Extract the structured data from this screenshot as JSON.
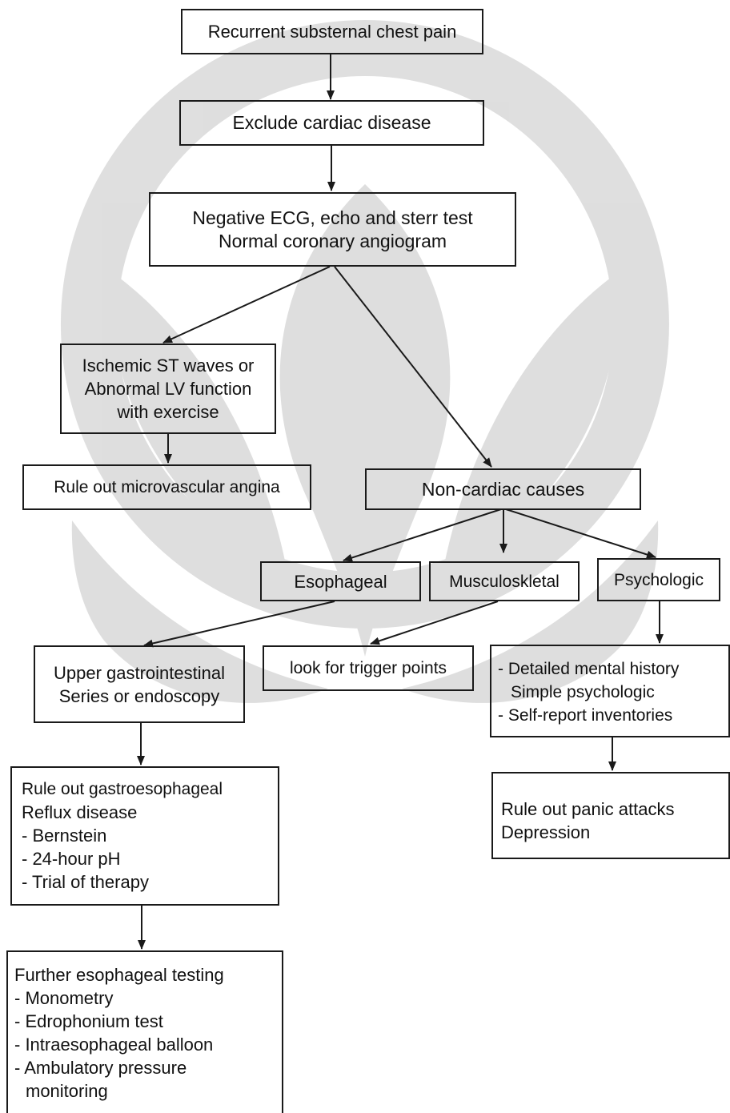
{
  "colors": {
    "line": "#1a1a1a",
    "text": "#111111",
    "watermark": "#cfcfcf",
    "background": "#ffffff"
  },
  "watermark": {
    "icon": "university-emblem-watermark"
  },
  "nodes": {
    "recurrent_pain": "Recurrent substernal chest pain",
    "exclude_cardiac": "Exclude cardiac disease",
    "negative_tests": [
      "Negative ECG, echo and sterr test",
      "Normal coronary angiogram"
    ],
    "ischemic": [
      "Ischemic ST waves or",
      "Abnormal LV function",
      "with exercise"
    ],
    "microvascular": "Rule out microvascular angina",
    "noncardiac": "Non-cardiac causes",
    "esophageal": "Esophageal",
    "musculoskeletal": "Musculoskletal",
    "psychologic": "Psychologic",
    "upper_gi": [
      "Upper gastrointestinal",
      "Series or endoscopy"
    ],
    "trigger_points": "look for trigger points",
    "psych_history": [
      "- Detailed mental history",
      "Simple psychologic",
      "- Self-report inventories"
    ],
    "gerd": [
      "Rule out gastroesophageal",
      "Reflux disease",
      "- Bernstein",
      "- 24-hour pH",
      "- Trial of therapy"
    ],
    "panic": [
      "Rule out panic attacks",
      "Depression"
    ],
    "further_testing": [
      "Further esophageal testing",
      "- Monometry",
      "- Edrophonium test",
      "- Intraesophageal balloon",
      "- Ambulatory pressure",
      "monitoring"
    ]
  }
}
